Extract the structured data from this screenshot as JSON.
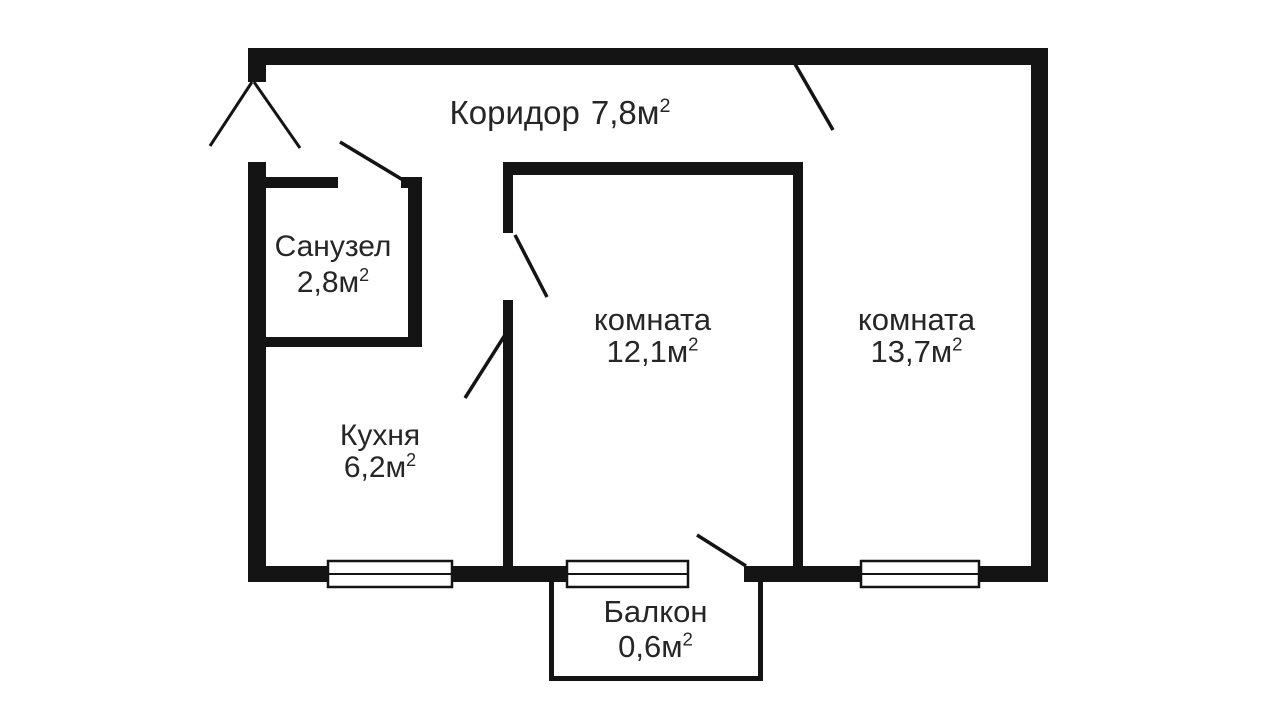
{
  "plan": {
    "background": "#ffffff",
    "wall_color": "#141414",
    "text_color": "#262626"
  },
  "rooms": {
    "corridor": {
      "name": "Коридор",
      "area": "7,8м",
      "sup": "2"
    },
    "bathroom": {
      "name": "Санузел",
      "area": "2,8м",
      "sup": "2"
    },
    "room_middle": {
      "name": "комната",
      "area": "12,1м",
      "sup": "2"
    },
    "room_right": {
      "name": "комната",
      "area": "13,7м",
      "sup": "2"
    },
    "kitchen": {
      "name": "Кухня",
      "area": "6,2м",
      "sup": "2"
    },
    "balcony": {
      "name": "Балкон",
      "area": "0,6м",
      "sup": "2"
    }
  }
}
